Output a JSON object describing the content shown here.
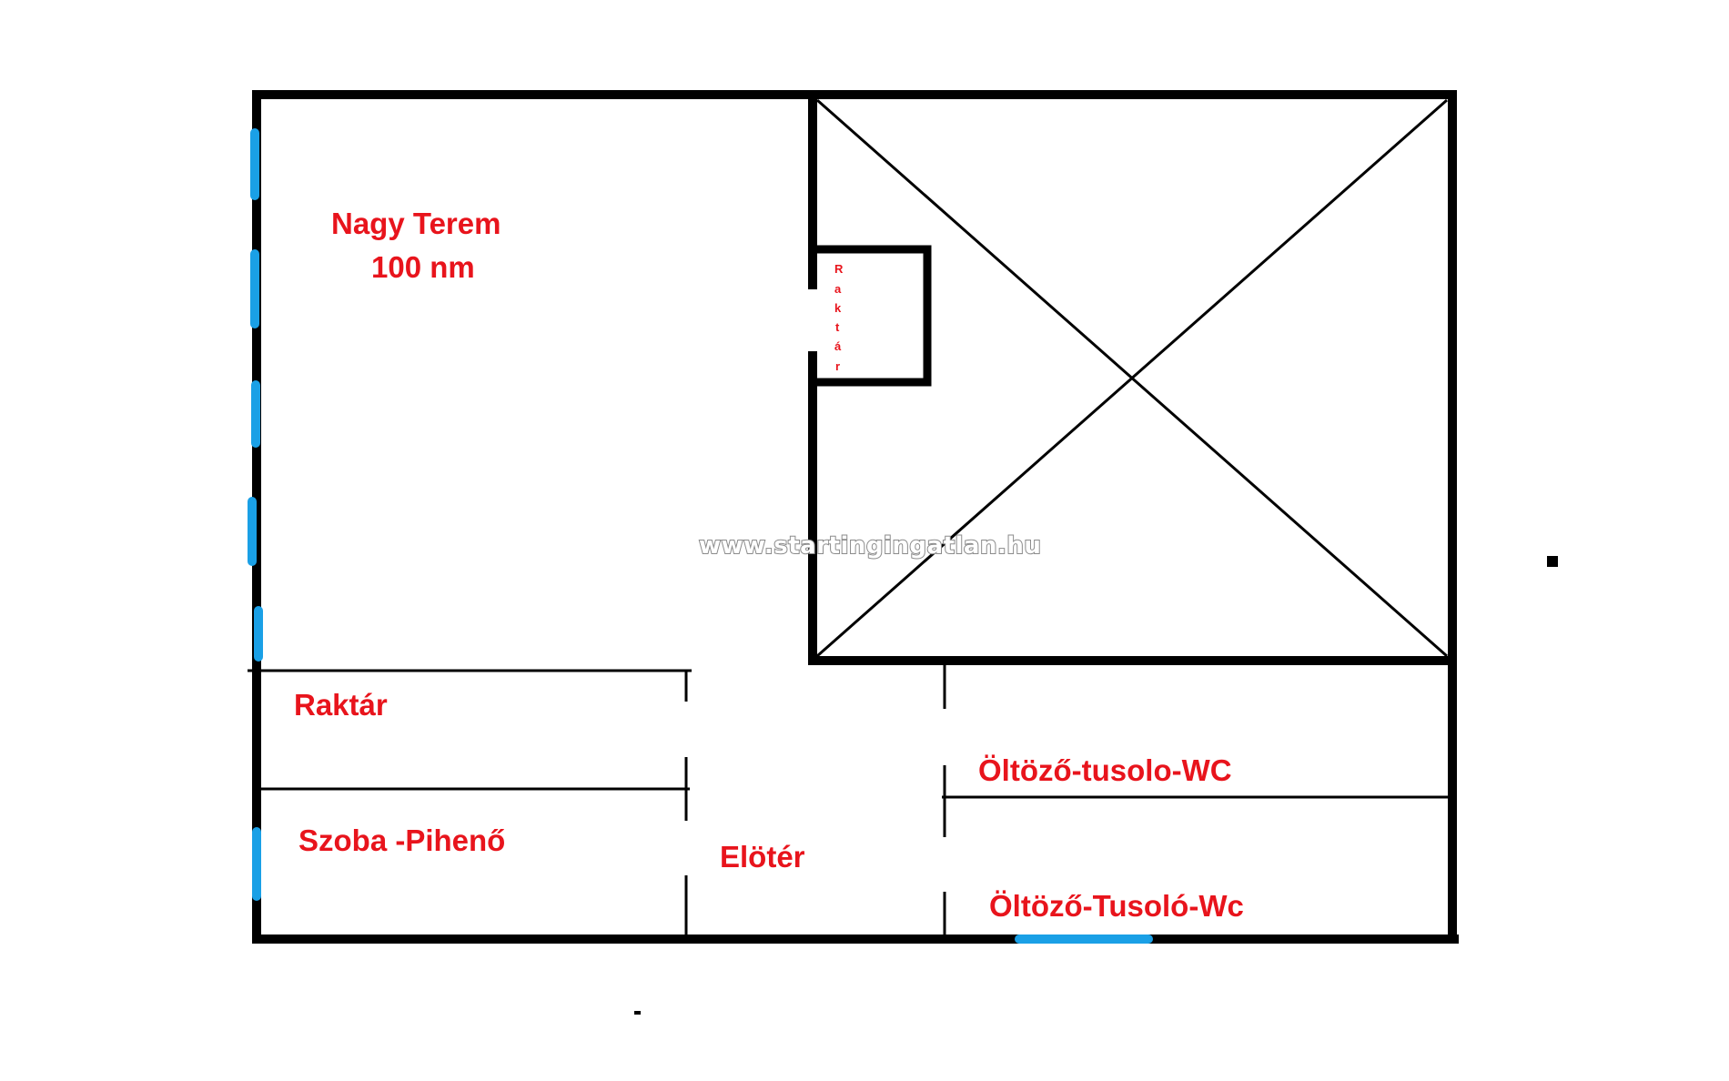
{
  "rooms": {
    "nagy_terem": "Nagy Terem",
    "nagy_terem_area": "100 nm",
    "raktar_small": [
      "R",
      "a",
      "k",
      "t",
      "á",
      "r"
    ],
    "raktar": "Raktár",
    "szoba": "Szoba -Pihenő",
    "eloter": "Elötér",
    "oltozo_upper": "Öltöző-tusolo-WC",
    "oltozo_lower": "Öltöző-Tusoló-Wc"
  },
  "watermark": "www.startingingatlan.hu",
  "colors": {
    "wall": "#000000",
    "window": "#1aa0e6",
    "label": "#e8141c"
  }
}
